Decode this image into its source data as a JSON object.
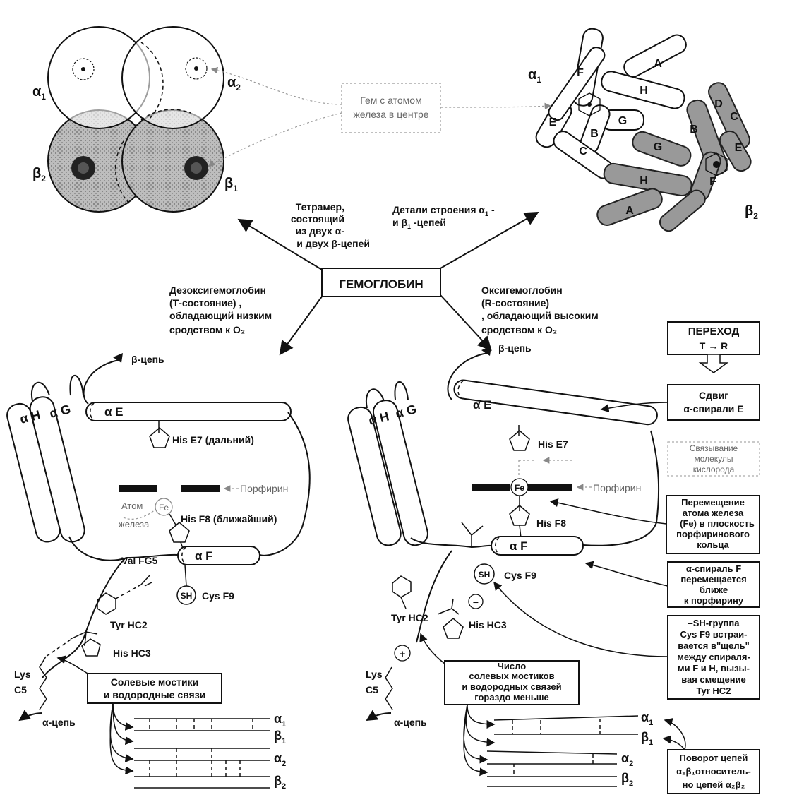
{
  "center": {
    "title": "ГЕМОГЛОБИН"
  },
  "tetramer": {
    "caption": [
      "Тетрамер,",
      "состоящий",
      "из двух α-",
      "и двух β-цепей"
    ],
    "alpha1": "α",
    "alpha1_sub": "1",
    "alpha2": "α",
    "alpha2_sub": "2",
    "beta1": "β",
    "beta1_sub": "1",
    "beta2": "β",
    "beta2_sub": "2"
  },
  "heme_label": [
    "Гем с атомом",
    "железа в центре"
  ],
  "details": {
    "caption_1": "Детали строения α",
    "caption_1_sub": "1",
    "caption_1_end": " -",
    "caption_2": "и  β",
    "caption_2_sub": "1",
    "caption_2_end": " -цепей",
    "alpha": "α",
    "alpha_sub": "1",
    "beta": "β",
    "beta_sub": "2",
    "helix_labels": [
      "A",
      "H",
      "F",
      "G",
      "E",
      "B",
      "C",
      "D",
      "C",
      "B",
      "G",
      "E",
      "H",
      "F",
      "A"
    ]
  },
  "deoxy": {
    "caption": [
      "Дезоксигемоглобин",
      "(Т-состояние) ,",
      "обладающий низким",
      "сродством к O₂"
    ],
    "beta_chain": "β-цепь",
    "helix_H": "α H",
    "helix_G": "α G",
    "helix_E": "α E",
    "helix_F": "α F",
    "his_e7": "His E7 (дальний)",
    "porphyrin": "Порфирин",
    "iron_atom": [
      "Атом",
      "железа"
    ],
    "fe": "Fe",
    "his_f8": "His F8 (ближайший)",
    "val_fg5": "Val FG5",
    "sh": "SH",
    "cys_f9": "Cys F9",
    "tyr_hc2": "Tyr HC2",
    "his_hc3": "His HC3",
    "lys": "Lys",
    "c5": "C5",
    "alpha_chain": "α-цепь",
    "salt_bridges": [
      "Солевые мостики",
      "и водородные связи"
    ],
    "chains": [
      "α",
      "β",
      "α",
      "β"
    ],
    "chains_sub": [
      "1",
      "1",
      "2",
      "2"
    ]
  },
  "oxy": {
    "caption": [
      "Оксигемоглобин",
      "(R-состояние)",
      ", обладающий высоким",
      "сродством к O₂"
    ],
    "beta_chain": "β-цепь",
    "helix_H": "α H",
    "helix_G": "α G",
    "helix_E": "α E",
    "helix_F": "α F",
    "his_e7": "His E7",
    "porphyrin": "Порфирин",
    "fe": "Fe",
    "his_f8": "His F8",
    "sh": "SH",
    "cys_f9": "Cys F9",
    "tyr_hc2": "Tyr HC2",
    "his_hc3": "His HC3",
    "lys": "Lys",
    "c5": "C5",
    "plus": "+",
    "minus": "−",
    "alpha_chain": "α-цепь",
    "salt_bridges": [
      "Число",
      "солевых мостиков",
      "и водородных связей",
      "гораздо меньше"
    ],
    "chains": [
      "α",
      "β",
      "α",
      "β"
    ],
    "chains_sub": [
      "1",
      "1",
      "2",
      "2"
    ]
  },
  "transition": {
    "title": "ПЕРЕХОД",
    "arrow": "T → R",
    "shift_e": [
      "Сдвиг",
      "α-спирали E"
    ],
    "oxygen_binding": [
      "Связывание",
      "молекулы",
      "кислорода"
    ],
    "iron_move": [
      "Перемещение",
      "атома железа",
      "(Fe) в плоскость",
      "порфиринового",
      "кольца"
    ],
    "fe_label": "(Fe)",
    "helix_f": [
      "α-спираль F",
      "перемещается",
      "ближе",
      "к порфирину"
    ],
    "sh_group": [
      "–SH-группа",
      "Cys F9 встраи-",
      "вается в\"щель\"",
      "между спираля-",
      "ми F и H, вызы-",
      "вая смещение",
      "Tyr  HC2"
    ],
    "rotation": [
      "Поворот цепей",
      "α₁β₁относитель-",
      "но цепей α₂β₂"
    ]
  }
}
